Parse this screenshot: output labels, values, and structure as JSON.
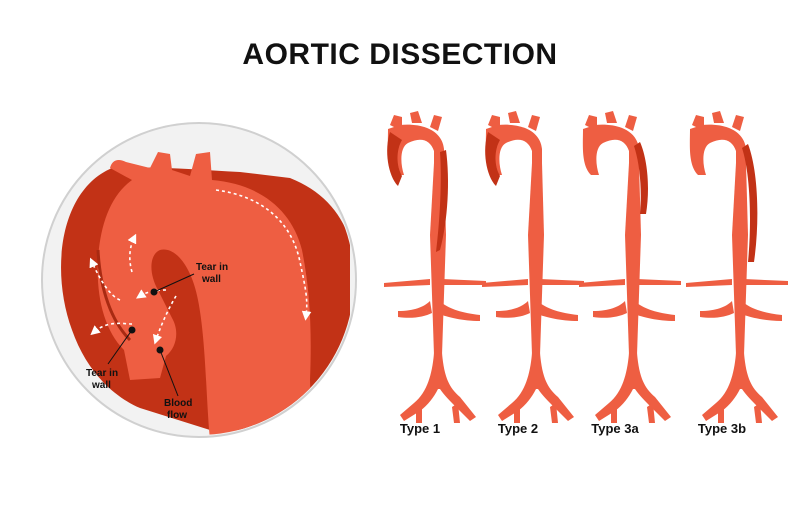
{
  "title": "AORTIC DISSECTION",
  "colors": {
    "true_lumen": "#ee5e42",
    "false_lumen": "#c23216",
    "circle_fill": "#f2f2f2",
    "circle_stroke": "#d9d9d9",
    "arrows": "#ffffff",
    "text": "#111111"
  },
  "callouts": {
    "tear_upper": [
      "Tear in",
      "wall"
    ],
    "tear_lower": [
      "Tear in",
      "wall"
    ],
    "blood_flow": [
      "Blood",
      "flow"
    ]
  },
  "types": [
    {
      "label": "Type 1"
    },
    {
      "label": "Type 2"
    },
    {
      "label": "Type 3a"
    },
    {
      "label": "Type 3b"
    }
  ]
}
